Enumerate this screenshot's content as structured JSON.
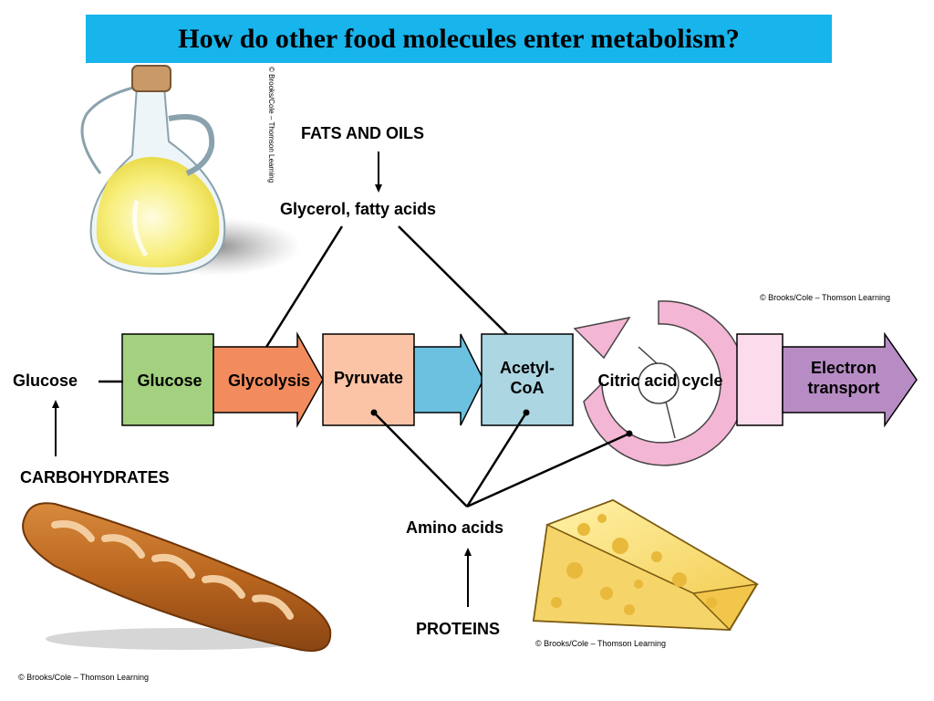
{
  "title": "How do other food molecules enter metabolism?",
  "labels": {
    "fats_and_oils": "FATS AND OILS",
    "glycerol_fatty_acids": "Glycerol, fatty acids",
    "glucose_outer": "Glucose",
    "carbohydrates": "CARBOHYDRATES",
    "amino_acids": "Amino acids",
    "proteins": "PROTEINS"
  },
  "pathway": {
    "glucose": "Glucose",
    "glycolysis": "Glycolysis",
    "pyruvate": "Pyruvate",
    "acetyl_coa_line1": "Acetyl-",
    "acetyl_coa_line2": "CoA",
    "citric_acid_cycle": "Citric acid cycle",
    "electron_transport_line1": "Electron",
    "electron_transport_line2": "transport"
  },
  "credits": {
    "oil": "© Brooks/Cole – Thomson Learning",
    "pathway": "© Brooks/Cole – Thomson Learning",
    "cheese": "© Brooks/Cole – Thomson Learning",
    "bread": "© Brooks/Cole – Thomson Learning"
  },
  "colors": {
    "title_bg": "#18b4ec",
    "glucose_box": "#a3d17f",
    "glycolysis_arrow": "#f28c5e",
    "pyruvate_box": "#fbc4a6",
    "connector_arrow": "#6bc1df",
    "acetyl_box": "#acd6e2",
    "citric_cycle": "#f4b6d5",
    "et_connector": "#fcdcec",
    "electron_transport_arrow": "#b78cc4"
  },
  "icons": [
    "oil-bottle-icon",
    "bread-icon",
    "cheese-icon"
  ]
}
